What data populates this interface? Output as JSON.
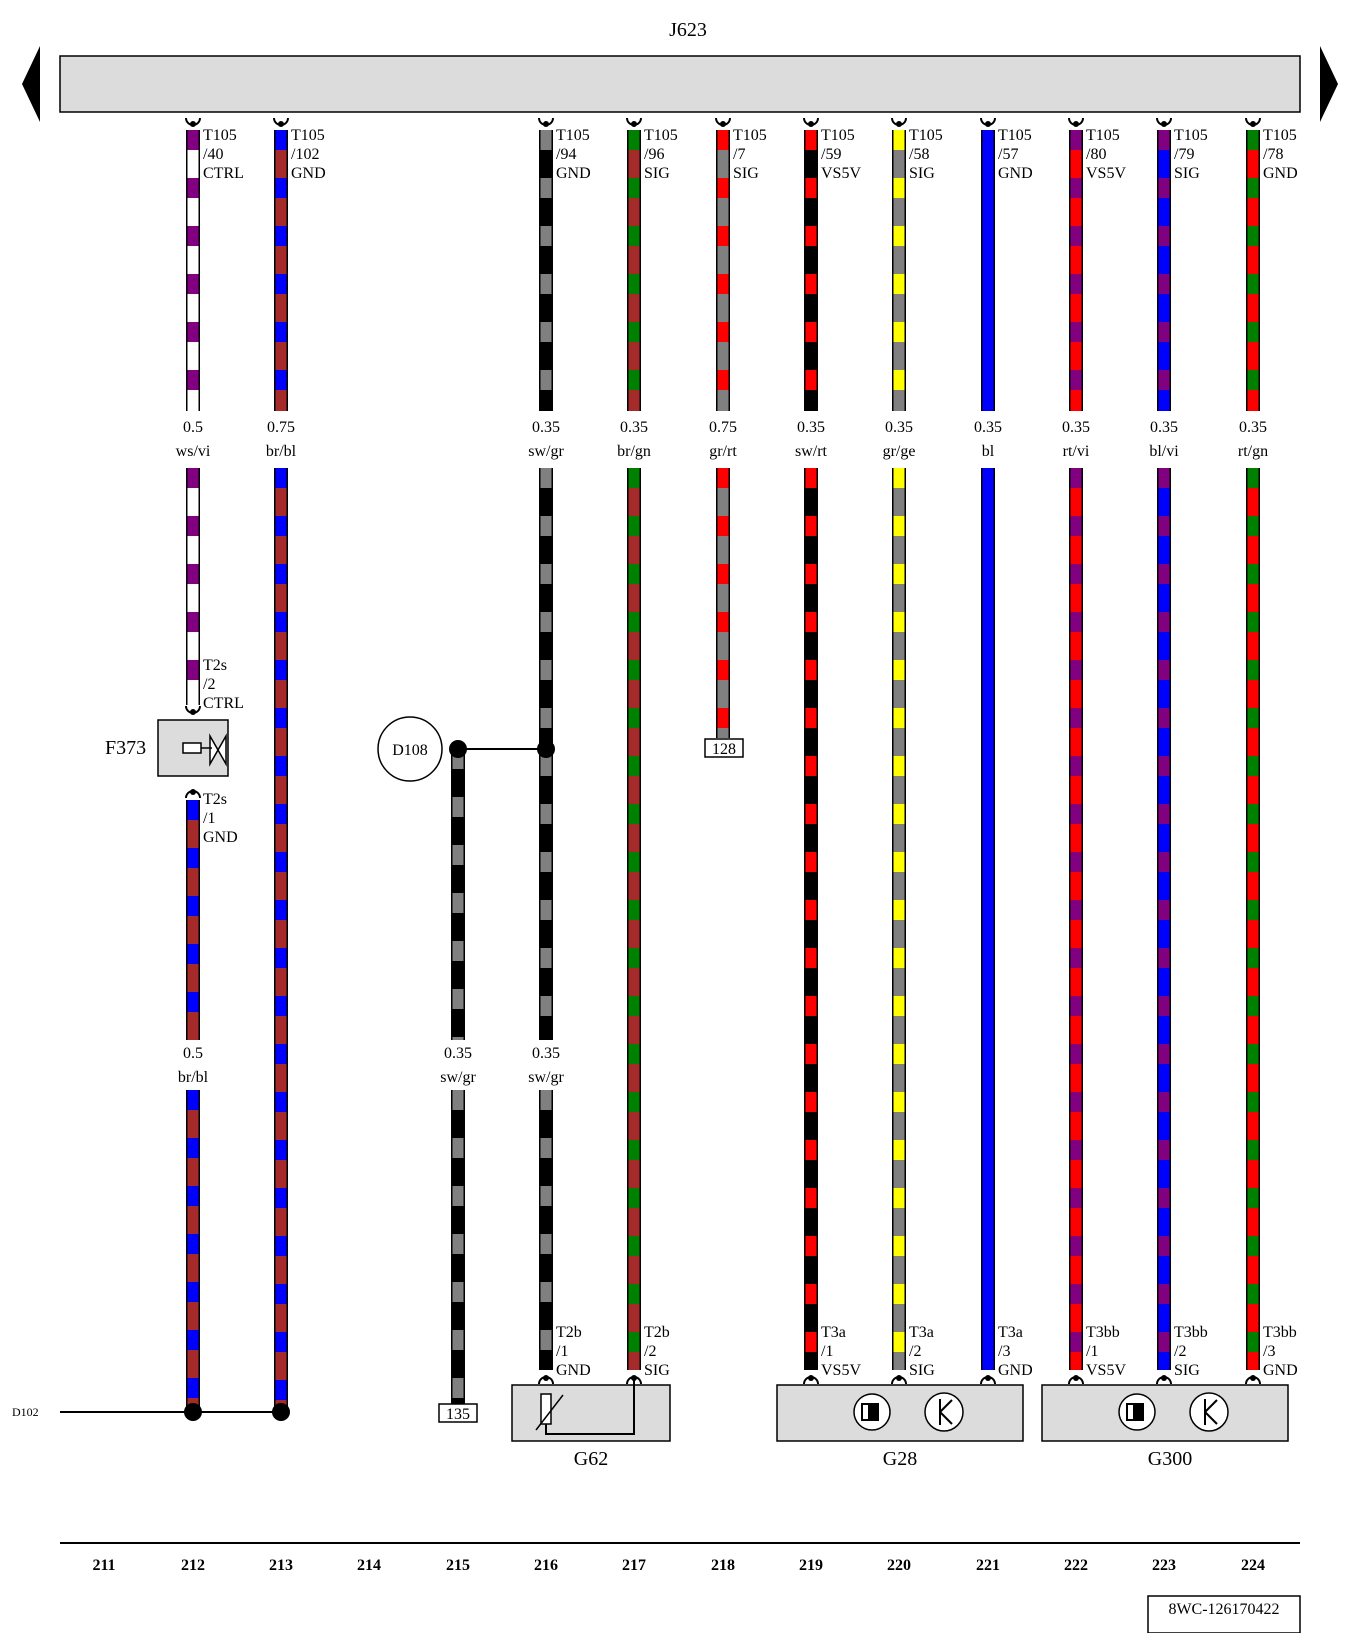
{
  "ecu": {
    "name": "J623"
  },
  "columns": [
    "211",
    "212",
    "213",
    "214",
    "215",
    "216",
    "217",
    "218",
    "219",
    "220",
    "221",
    "222",
    "223",
    "224"
  ],
  "colors": {
    "ws": "#ffffff",
    "vi": "#800080",
    "br": "#a52a2a",
    "bl": "#0000ff",
    "sw": "#000000",
    "gr": "#808080",
    "gn": "#008000",
    "rt": "#ff0000",
    "ge": "#ffff00"
  },
  "ecu_pins": [
    {
      "col": "212",
      "conn": "T105",
      "pin": "/40",
      "sig": "CTRL"
    },
    {
      "col": "213",
      "conn": "T105",
      "pin": "/102",
      "sig": "GND"
    },
    {
      "col": "216",
      "conn": "T105",
      "pin": "/94",
      "sig": "GND"
    },
    {
      "col": "217",
      "conn": "T105",
      "pin": "/96",
      "sig": "SIG"
    },
    {
      "col": "218",
      "conn": "T105",
      "pin": "/7",
      "sig": "SIG"
    },
    {
      "col": "219",
      "conn": "T105",
      "pin": "/59",
      "sig": "VS5V"
    },
    {
      "col": "220",
      "conn": "T105",
      "pin": "/58",
      "sig": "SIG"
    },
    {
      "col": "221",
      "conn": "T105",
      "pin": "/57",
      "sig": "GND"
    },
    {
      "col": "222",
      "conn": "T105",
      "pin": "/80",
      "sig": "VS5V"
    },
    {
      "col": "223",
      "conn": "T105",
      "pin": "/79",
      "sig": "SIG"
    },
    {
      "col": "224",
      "conn": "T105",
      "pin": "/78",
      "sig": "GND"
    }
  ],
  "wire_specs": [
    {
      "col": "212",
      "size": "0.5",
      "color": "ws/vi"
    },
    {
      "col": "213",
      "size": "0.75",
      "color": "br/bl"
    },
    {
      "col": "216",
      "size": "0.35",
      "color": "sw/gr"
    },
    {
      "col": "217",
      "size": "0.35",
      "color": "br/gn"
    },
    {
      "col": "218",
      "size": "0.75",
      "color": "gr/rt"
    },
    {
      "col": "219",
      "size": "0.35",
      "color": "sw/rt"
    },
    {
      "col": "220",
      "size": "0.35",
      "color": "gr/ge"
    },
    {
      "col": "221",
      "size": "0.35",
      "color": "bl"
    },
    {
      "col": "222",
      "size": "0.35",
      "color": "rt/vi"
    },
    {
      "col": "223",
      "size": "0.35",
      "color": "bl/vi"
    },
    {
      "col": "224",
      "size": "0.35",
      "color": "rt/gn"
    }
  ],
  "lower_specs": [
    {
      "col": "212",
      "size": "0.5",
      "color": "br/bl"
    },
    {
      "col": "215",
      "size": "0.35",
      "color": "sw/gr"
    },
    {
      "col": "216",
      "size": "0.35",
      "color": "sw/gr"
    }
  ],
  "f373": {
    "name": "F373",
    "pin_top": {
      "conn": "T2s",
      "pin": "/2",
      "sig": "CTRL"
    },
    "pin_bottom": {
      "conn": "T2s",
      "pin": "/1",
      "sig": "GND"
    }
  },
  "d108": {
    "name": "D108"
  },
  "d102": {
    "label": "D102"
  },
  "refs": {
    "ref_128": "128",
    "ref_135": "135"
  },
  "components": [
    {
      "name": "G62",
      "pins": [
        {
          "col": "216",
          "conn": "T2b",
          "pin": "/1",
          "sig": "GND"
        },
        {
          "col": "217",
          "conn": "T2b",
          "pin": "/2",
          "sig": "SIG"
        }
      ]
    },
    {
      "name": "G28",
      "pins": [
        {
          "col": "219",
          "conn": "T3a",
          "pin": "/1",
          "sig": "VS5V"
        },
        {
          "col": "220",
          "conn": "T3a",
          "pin": "/2",
          "sig": "SIG"
        },
        {
          "col": "221",
          "conn": "T3a",
          "pin": "/3",
          "sig": "GND"
        }
      ]
    },
    {
      "name": "G300",
      "pins": [
        {
          "col": "222",
          "conn": "T3bb",
          "pin": "/1",
          "sig": "VS5V"
        },
        {
          "col": "223",
          "conn": "T3bb",
          "pin": "/2",
          "sig": "SIG"
        },
        {
          "col": "224",
          "conn": "T3bb",
          "pin": "/3",
          "sig": "GND"
        }
      ]
    }
  ],
  "doc_code": "8WC-126170422"
}
